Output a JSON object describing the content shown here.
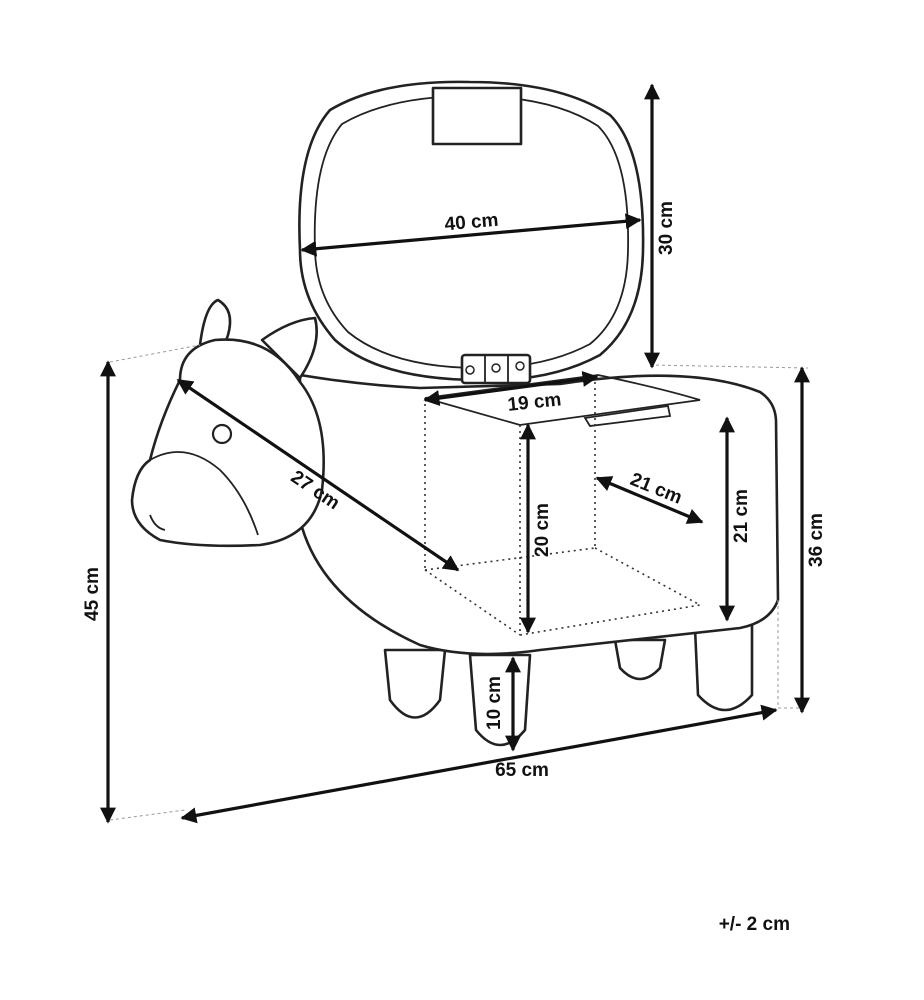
{
  "diagram": {
    "labels": {
      "lid_width": "40 cm",
      "lid_height": "30 cm",
      "head_length": "27 cm",
      "opening_width": "19 cm",
      "inner_depth": "21 cm",
      "inner_height": "20 cm",
      "body_height": "21 cm",
      "total_height_right": "36 cm",
      "total_height_left": "45 cm",
      "leg_height": "10 cm",
      "total_length": "65 cm"
    },
    "tolerance": "+/- 2 cm"
  }
}
